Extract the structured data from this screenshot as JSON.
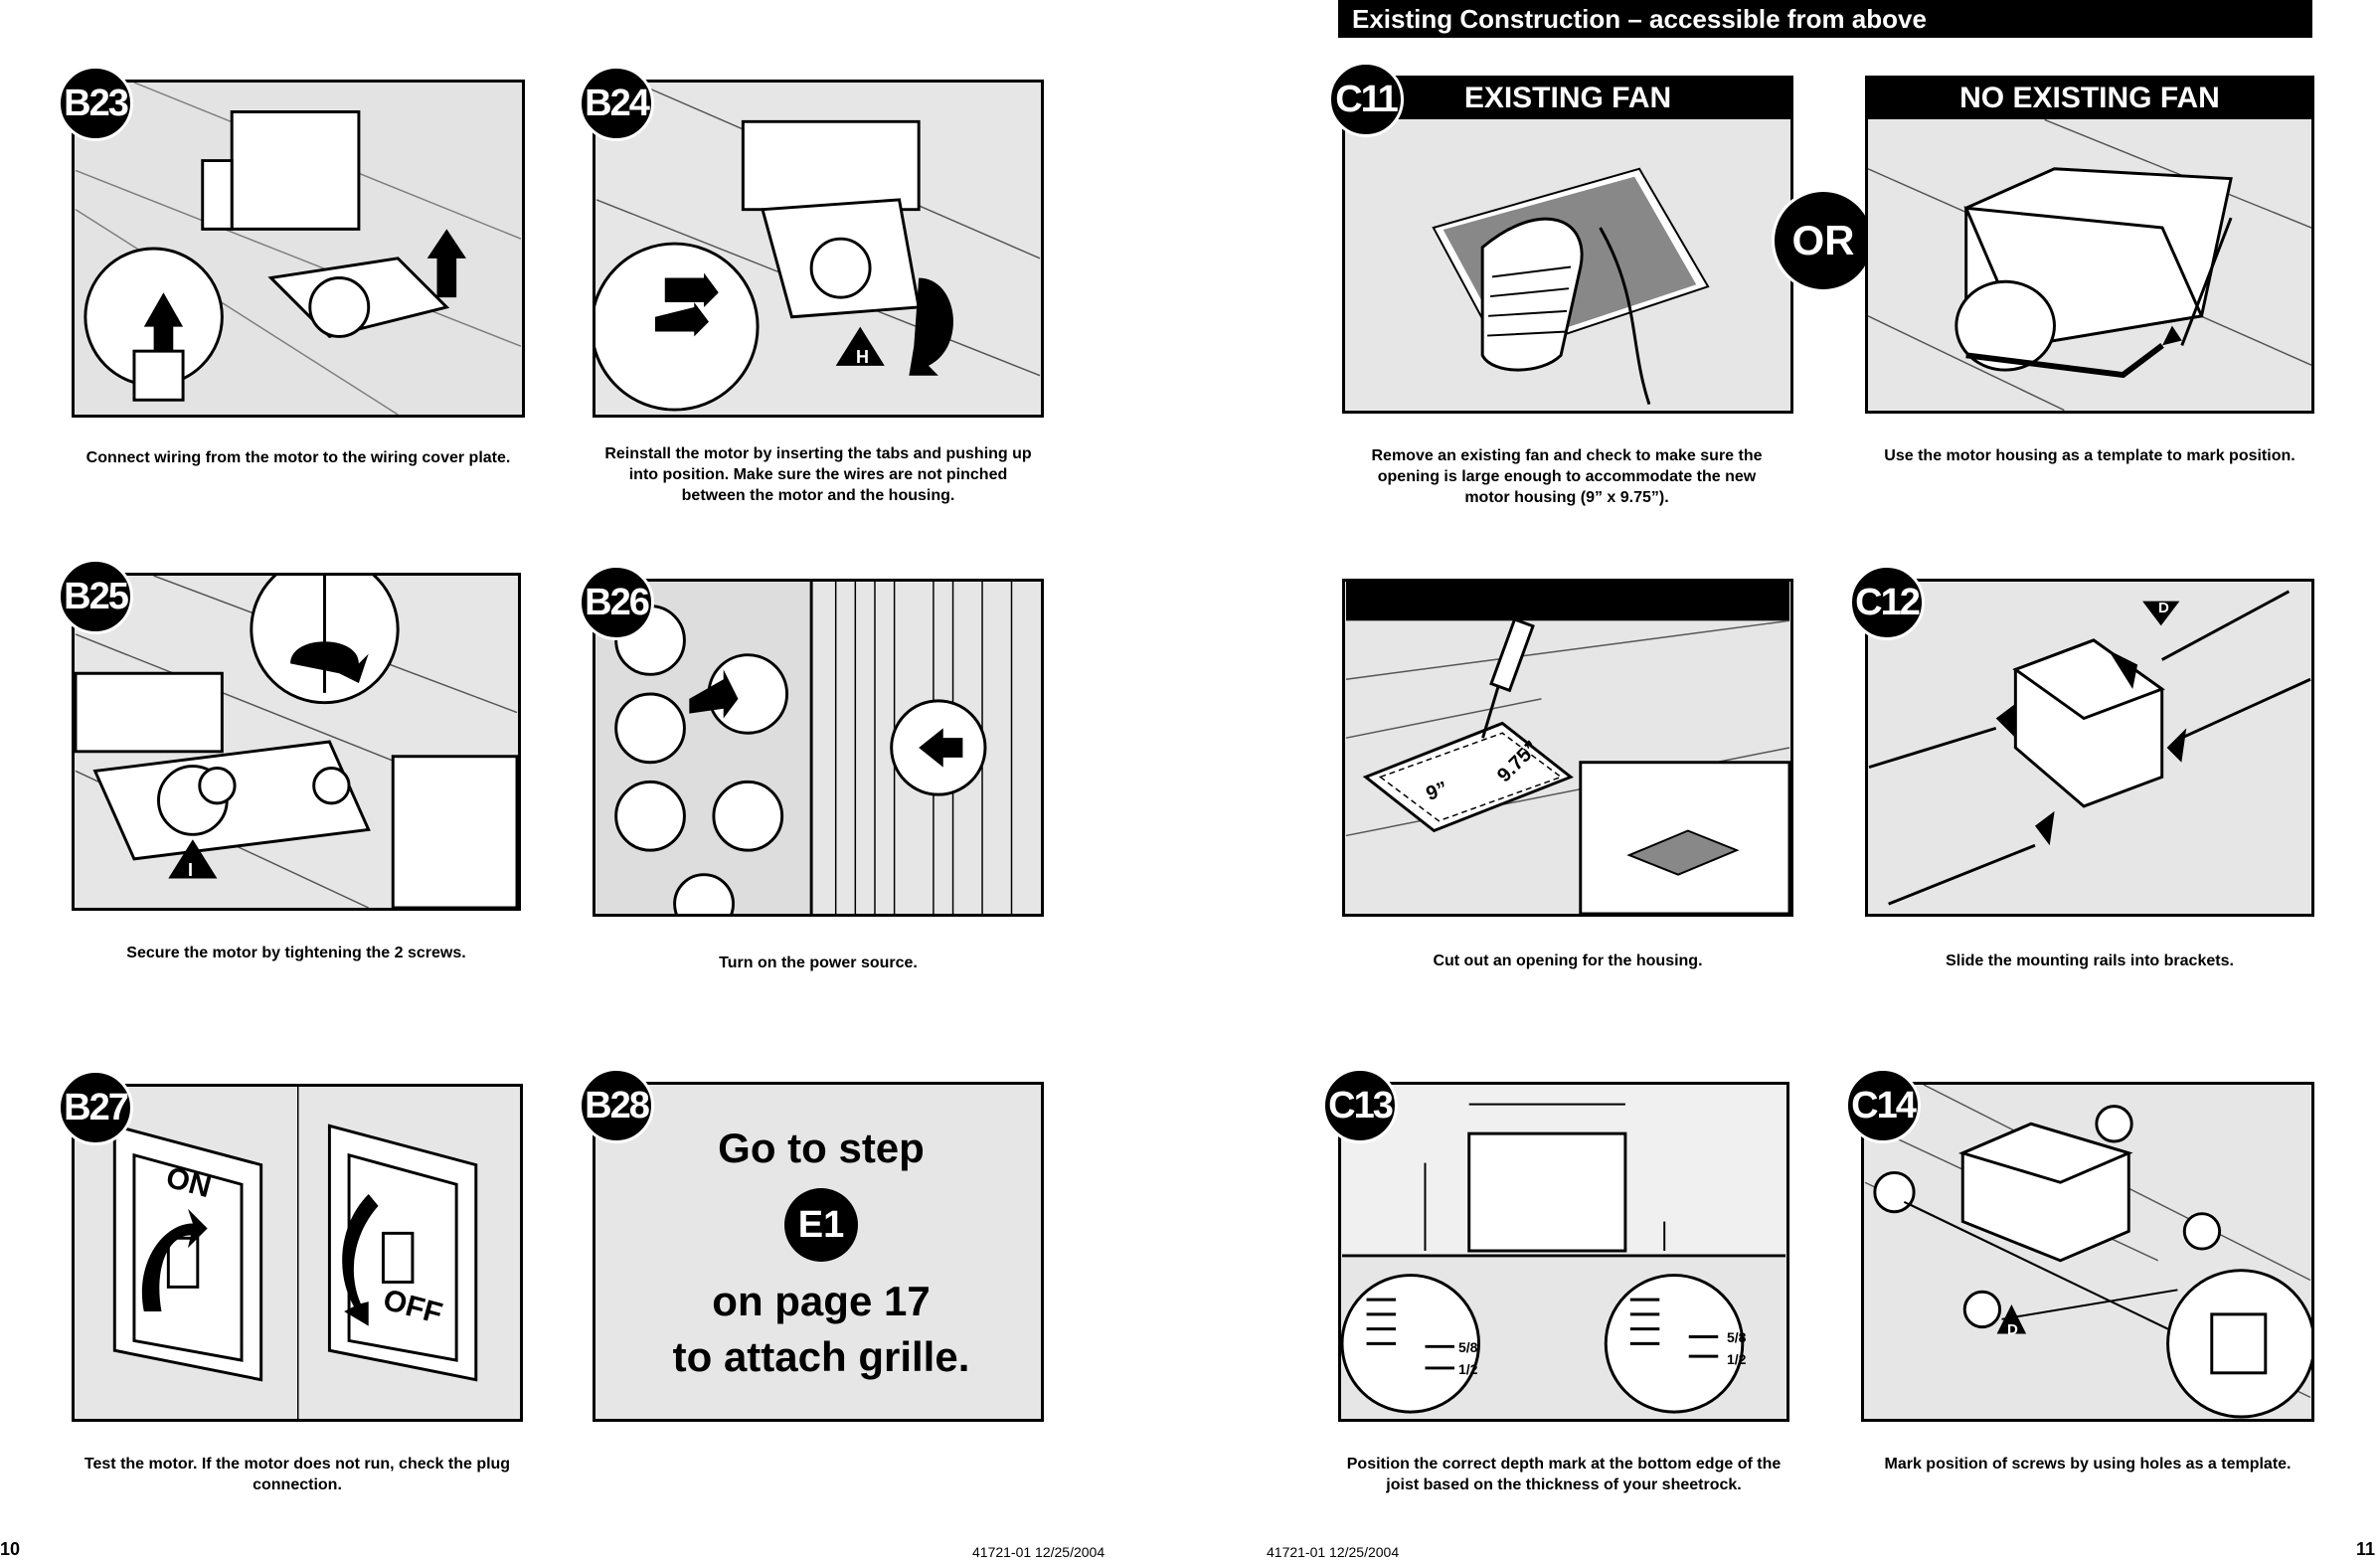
{
  "header": {
    "title": "Existing Construction – accessible from above"
  },
  "steps": {
    "b23": {
      "badge": "B23",
      "caption": "Connect wiring from the motor to the wiring cover plate."
    },
    "b24": {
      "badge": "B24",
      "caption": "Reinstall the motor by inserting the tabs and pushing up into position. Make sure the wires are not pinched between the motor and the housing.",
      "callout": "H"
    },
    "b25": {
      "badge": "B25",
      "caption": "Secure the motor by tightening the 2 screws.",
      "callout": "I"
    },
    "b26": {
      "badge": "B26",
      "caption": "Turn on the power source."
    },
    "b27": {
      "badge": "B27",
      "caption": "Test the motor. If the motor does not run, check the plug connection.",
      "on_label": "ON",
      "off_label": "OFF"
    },
    "b28": {
      "badge": "B28",
      "line1": "Go to step",
      "step_ref": "E1",
      "line2": "on page 17",
      "line3": "to attach grille."
    },
    "c11": {
      "badge": "C11",
      "existing_label": "EXISTING FAN",
      "no_existing_label": "NO EXISTING FAN",
      "or_label": "OR",
      "caption_left": "Remove an existing fan and check to make sure the opening is large enough to accommodate the new motor housing (9” x 9.75”).",
      "caption_right": "Use the motor housing as a template to mark position."
    },
    "cut": {
      "caption": "Cut out an opening for the housing.",
      "dim_a": "9”",
      "dim_b": "9.75”"
    },
    "c12": {
      "badge": "C12",
      "caption": "Slide the mounting rails into brackets.",
      "callout": "D"
    },
    "c13": {
      "badge": "C13",
      "caption": "Position the correct depth mark at the bottom edge of the joist based on the thickness of your sheetrock.",
      "mark_a": "5/8",
      "mark_b": "1/2"
    },
    "c14": {
      "badge": "C14",
      "caption": "Mark position of screws by using holes as a template.",
      "callout": "D"
    }
  },
  "footer": {
    "left_page": "10",
    "right_page": "11",
    "doc_left": "41721-01  12/25/2004",
    "doc_right": "41721-01  12/25/2004"
  }
}
